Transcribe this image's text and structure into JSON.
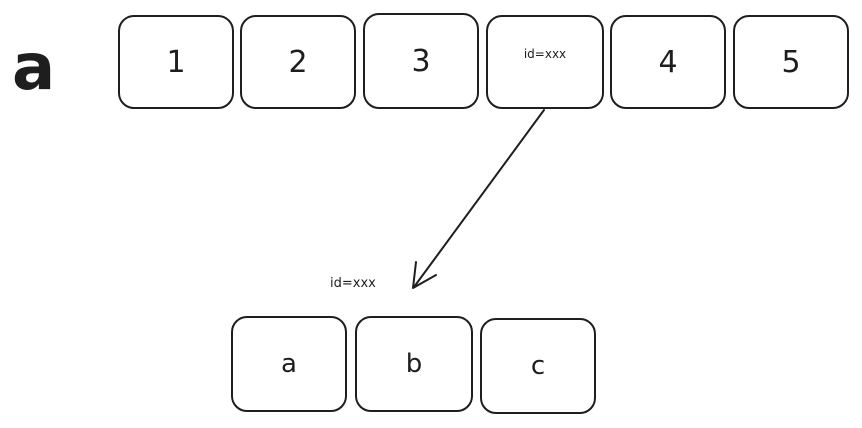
{
  "array_name": "a",
  "top_row": {
    "cells": [
      {
        "label": "1"
      },
      {
        "label": "2"
      },
      {
        "label": "3"
      },
      {
        "label": "id=xxx"
      },
      {
        "label": "4"
      },
      {
        "label": "5"
      }
    ]
  },
  "pointer_label": "id=xxx",
  "bottom_row": {
    "cells": [
      {
        "label": "a"
      },
      {
        "label": "b"
      },
      {
        "label": "c"
      }
    ]
  },
  "colors": {
    "stroke": "#1e1e1e",
    "background": "#ffffff"
  }
}
